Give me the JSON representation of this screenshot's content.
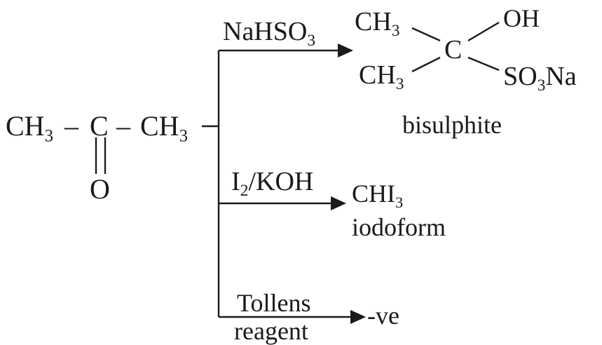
{
  "reactant": {
    "left_ch": "CH",
    "left_sub": "3",
    "dash": "–",
    "carbon": "C",
    "right_ch": "CH",
    "right_sub": "3",
    "oxygen": "O"
  },
  "branch_top": {
    "reagent_main": "NaHSO",
    "reagent_sub": "3",
    "product": {
      "ch_top": "CH",
      "ch_top_sub": "3",
      "ch_bottom": "CH",
      "ch_bottom_sub": "3",
      "center": "C",
      "oh": "OH",
      "so_main": "SO",
      "so_sub": "3",
      "so_tail": "Na"
    },
    "caption": "bisulphite"
  },
  "branch_middle": {
    "reagent_i": "I",
    "reagent_i_sub": "2",
    "reagent_rest": "/KOH",
    "product_main": "CHI",
    "product_sub": "3",
    "caption": "iodoform"
  },
  "branch_bottom": {
    "reagent_line1": "Tollens",
    "reagent_line2": "reagent",
    "result": "-ve"
  },
  "colors": {
    "ink": "#1a1a1a",
    "background": "#ffffff"
  }
}
